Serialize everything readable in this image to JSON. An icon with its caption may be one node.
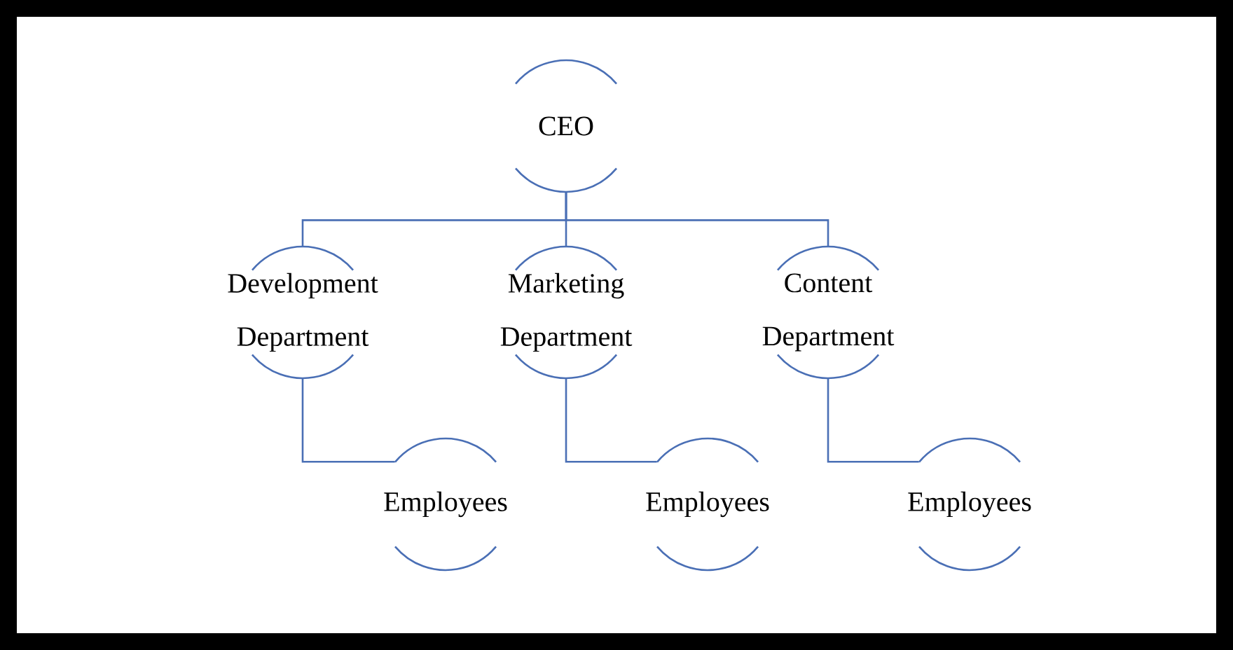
{
  "diagram": {
    "nodes": [
      {
        "text": [
          "CEO"
        ]
      },
      {
        "text": [
          "Development Department"
        ]
      },
      {
        "text": [
          "Marketing Department"
        ]
      },
      {
        "text": [
          "Content Department"
        ]
      },
      {
        "text": [
          "Employees"
        ]
      },
      {
        "text": [
          "Employees"
        ]
      },
      {
        "text": [
          "Employees"
        ]
      }
    ],
    "edges": [
      {
        "from": 0,
        "to": 1,
        "arrow": "none"
      },
      {
        "from": 0,
        "to": 2,
        "arrow": "none"
      },
      {
        "from": 0,
        "to": 3,
        "arrow": "none"
      },
      {
        "from": 1,
        "to": 4,
        "arrow": "none"
      },
      {
        "from": 2,
        "to": 5,
        "arrow": "none"
      },
      {
        "from": 3,
        "to": 6,
        "arrow": "none"
      }
    ]
  }
}
